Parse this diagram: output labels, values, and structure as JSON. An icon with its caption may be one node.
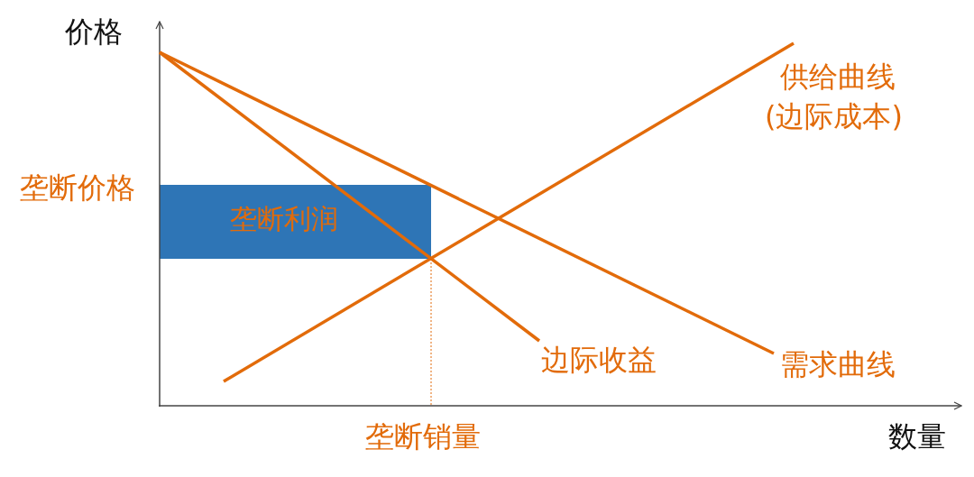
{
  "diagram": {
    "nodes": [
      {
        "text": [
          "垄断利润"
        ]
      }
    ],
    "edges": [],
    "labels": [
      "价格",
      "垄断价格",
      "供给曲线",
      "(边际成本)",
      "边际收益",
      "需求曲线",
      "垄断销量",
      "数量"
    ]
  }
}
